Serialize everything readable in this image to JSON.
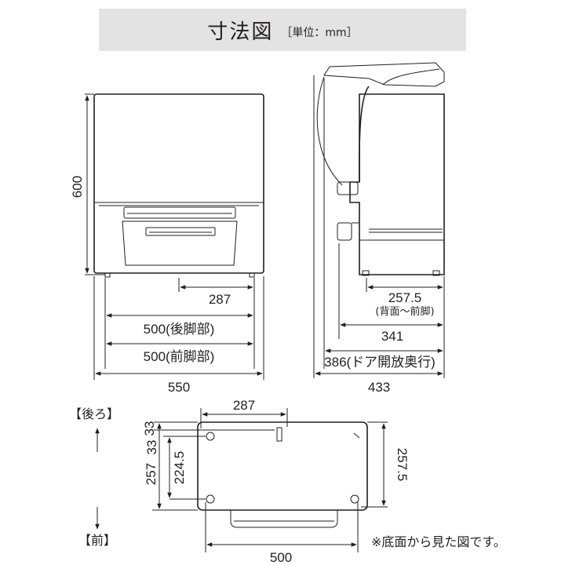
{
  "header": {
    "title": "寸法図",
    "unit": "［単位：mm］"
  },
  "front_view": {
    "height": "600",
    "depth_offset": "287",
    "rear_feet": "500(後脚部)",
    "front_feet": "500(前脚部)",
    "width": "550"
  },
  "side_view": {
    "back_to_front_feet": "257.5",
    "back_to_front_feet_note": "(背面～前脚)",
    "depth": "341",
    "door_open_depth": "386(ドア開放奥行)",
    "overall_depth": "433"
  },
  "bottom_view": {
    "rear_label": "【後ろ】",
    "front_label": "【前】",
    "top_spacing": "287",
    "top_offset": "33",
    "offset_33_b": "33",
    "left_total": "257",
    "left_inner": "224.5",
    "right_depth": "257.5",
    "bottom_width": "500",
    "note": "※底面から見た図です。"
  }
}
